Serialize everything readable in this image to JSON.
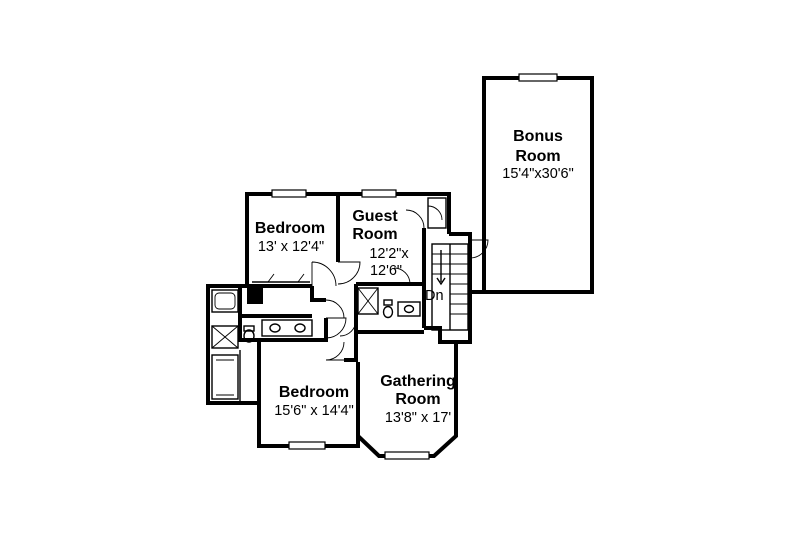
{
  "rooms": {
    "bonus": {
      "name1": "Bonus",
      "name2": "Room",
      "dims": "15'4\"x30'6\""
    },
    "bedroom1": {
      "name": "Bedroom",
      "dims": "13' x 12'4\""
    },
    "guest": {
      "name1": "Guest",
      "name2": "Room",
      "dims1": "12'2\"x",
      "dims2": "12'6\""
    },
    "bedroom2": {
      "name": "Bedroom",
      "dims": "15'6\" x 14'4\""
    },
    "gathering": {
      "name1": "Gathering",
      "name2": "Room",
      "dims": "13'8\" x 17'"
    }
  },
  "stair": {
    "label": "Dn"
  }
}
